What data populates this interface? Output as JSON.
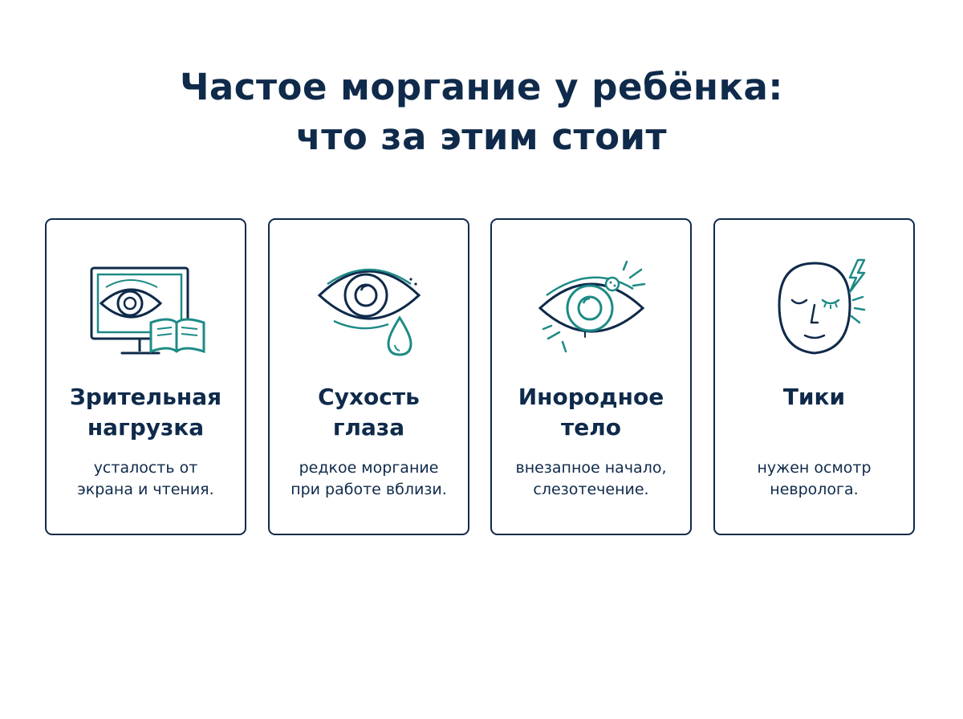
{
  "title": {
    "line1": "Частое моргание у ребёнка:",
    "line2": "что за этим стоит"
  },
  "colors": {
    "navy": "#0f2a4a",
    "teal": "#1d8a86",
    "background": "#ffffff"
  },
  "cards": [
    {
      "icon": "screen-eye-book-icon",
      "title_line1": "Зрительная",
      "title_line2": "нагрузка",
      "desc_line1": "усталость от",
      "desc_line2": "экрана и чтения."
    },
    {
      "icon": "eye-drop-icon",
      "title_line1": "Сухость",
      "title_line2": "глаза",
      "desc_line1": "редкое моргание",
      "desc_line2": "при работе вблизи."
    },
    {
      "icon": "eye-foreign-body-icon",
      "title_line1": "Инородное",
      "title_line2": "тело",
      "desc_line1": "внезапное начало,",
      "desc_line2": "слезотечение."
    },
    {
      "icon": "face-tic-icon",
      "title_line1": "Тики",
      "title_line2": "",
      "desc_line1": "нужен осмотр",
      "desc_line2": "невролога."
    }
  ]
}
